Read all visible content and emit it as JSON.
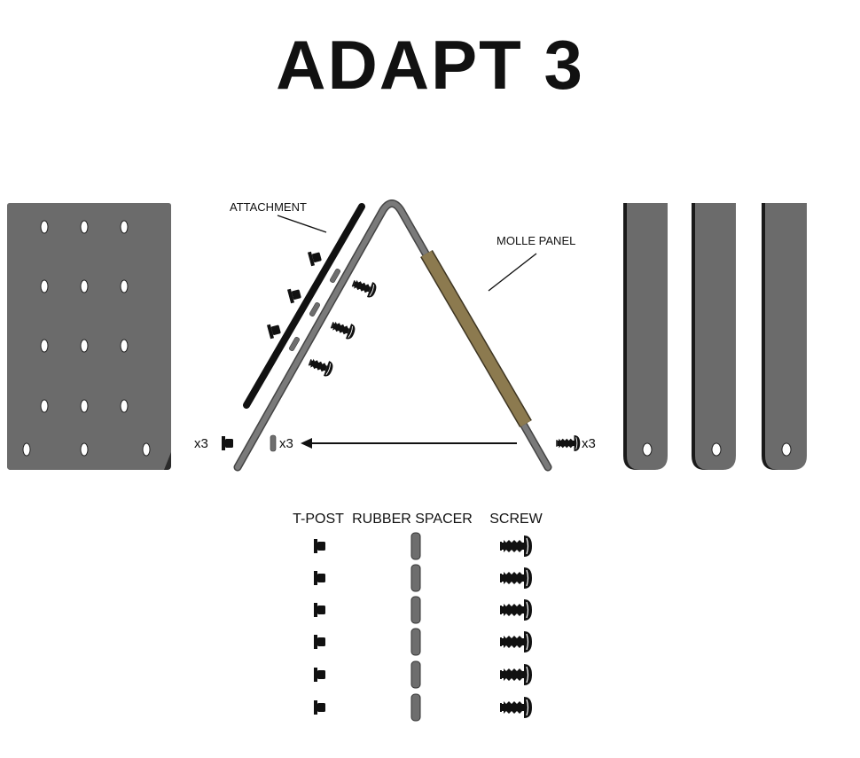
{
  "title": "ADAPT 3",
  "callouts": {
    "attachment": "ATTACHMENT",
    "molle_panel": "MOLLE PANEL"
  },
  "quantities": {
    "tpost": "x3",
    "spacer": "x3",
    "screw": "x3"
  },
  "legend": {
    "tpost": "T-POST",
    "spacer": "RUBBER SPACER",
    "screw": "SCREW"
  },
  "legend_count": 6,
  "colors": {
    "plate": "#6b6b6b",
    "frame": "#7a7a7a",
    "molle": "#8c7a4f",
    "black": "#111111",
    "spacer": "#6e6e6e"
  }
}
